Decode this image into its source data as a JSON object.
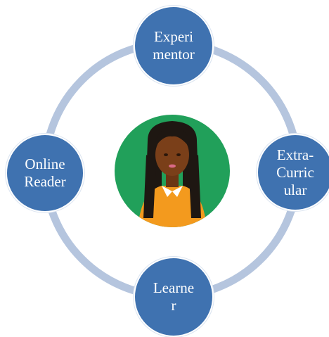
{
  "diagram": {
    "nodes": {
      "top": {
        "label": "Experi mentor"
      },
      "right": {
        "label": "Extra-Curric ular"
      },
      "left": {
        "label": "Online Reader"
      },
      "bottom": {
        "label": "Learne r"
      }
    },
    "center": {
      "icon": "student-avatar-icon"
    }
  },
  "colors": {
    "node_fill": "#3f72b0",
    "ring": "#b5c5de",
    "center_bg": "#21a05a",
    "shirt": "#f39a1e",
    "skin": "#7a3f19",
    "hair": "#1e1712"
  }
}
